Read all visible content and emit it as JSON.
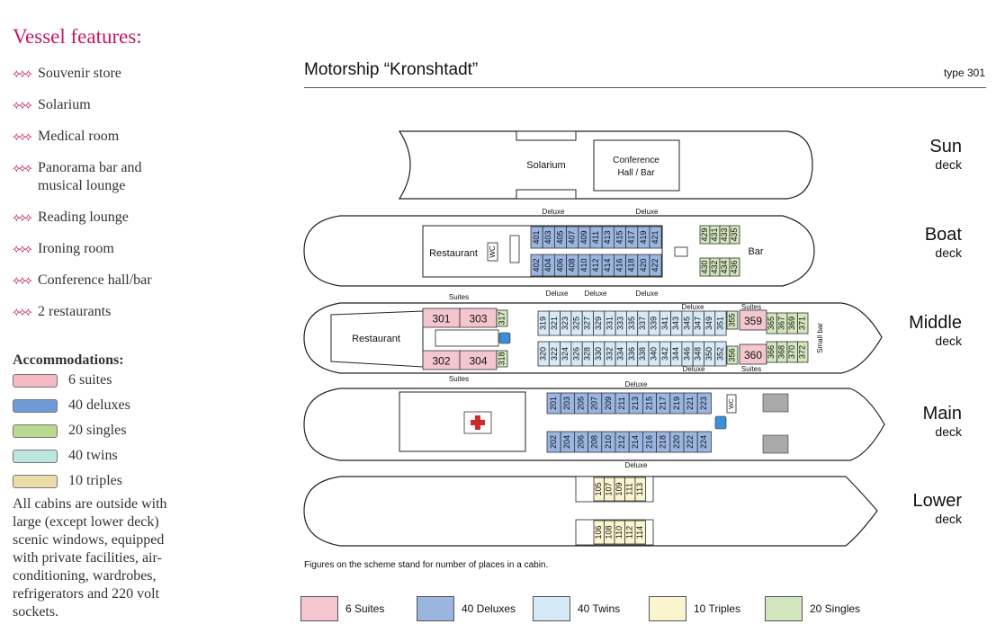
{
  "vessel_features": {
    "title": "Vessel features:",
    "items": [
      "Souvenir store",
      "Solarium",
      "Medical room",
      "Panorama bar and musical lounge",
      "Reading lounge",
      "Ironing room",
      "Conference hall/bar",
      "2 restaurants"
    ]
  },
  "accommodations": {
    "title": "Accommodations:",
    "items": [
      {
        "label": "6 suites",
        "color": "#f4b9c3"
      },
      {
        "label": "40 deluxes",
        "color": "#6f9ad6"
      },
      {
        "label": "20 singles",
        "color": "#b9d98f"
      },
      {
        "label": "40 twins",
        "color": "#bfe5df"
      },
      {
        "label": "10 triples",
        "color": "#ecdcaa"
      }
    ],
    "note": "All cabins are outside with large (except lower deck) scenic windows, equipped with private facilities, air-conditioning, wardrobes, refrigerators and 220 volt sockets."
  },
  "header": {
    "title": "Motorship “Kronshtadt”",
    "type": "type 301"
  },
  "decks": [
    {
      "name": "Sun",
      "sub": "deck"
    },
    {
      "name": "Boat",
      "sub": "deck"
    },
    {
      "name": "Middle",
      "sub": "deck"
    },
    {
      "name": "Main",
      "sub": "deck"
    },
    {
      "name": "Lower",
      "sub": "deck"
    }
  ],
  "labels": {
    "solarium": "Solarium",
    "conf1": "Conference",
    "conf2": "Hall / Bar",
    "restaurant": "Restaurant",
    "bar": "Bar",
    "wc": "WC",
    "deluxe": "Deluxe",
    "suites": "Suites",
    "small_bar": "Small bar"
  },
  "cabins": {
    "boat_top": [
      "401",
      "403",
      "405",
      "407",
      "409",
      "411",
      "413",
      "415",
      "417",
      "419",
      "421"
    ],
    "boat_bottom": [
      "402",
      "404",
      "406",
      "408",
      "410",
      "412",
      "414",
      "416",
      "418",
      "420",
      "422"
    ],
    "boat_singles_top": [
      "429",
      "431",
      "433",
      "435"
    ],
    "boat_singles_bottom": [
      "430",
      "432",
      "434",
      "436"
    ],
    "middle_suites_top": [
      "301",
      "303"
    ],
    "middle_suites_bottom": [
      "302",
      "304"
    ],
    "middle_top": [
      "319",
      "321",
      "323",
      "325",
      "327",
      "329",
      "331",
      "333",
      "335",
      "337",
      "339",
      "341",
      "343",
      "345",
      "347",
      "349",
      "351"
    ],
    "middle_bottom": [
      "320",
      "322",
      "324",
      "326",
      "328",
      "330",
      "332",
      "334",
      "336",
      "338",
      "340",
      "342",
      "344",
      "346",
      "348",
      "350",
      "352"
    ],
    "middle_aft_single_top": "317",
    "middle_aft_single_bottom": "318",
    "middle_fwd_single_top": "355",
    "middle_fwd_single_bottom": "356",
    "middle_suite_fwd_top": "359",
    "middle_suite_fwd_bottom": "360",
    "middle_bow_top": [
      "365",
      "367",
      "369",
      "371"
    ],
    "middle_bow_bottom": [
      "366",
      "368",
      "370",
      "372"
    ],
    "main_top": [
      "201",
      "203",
      "205",
      "207",
      "209",
      "211",
      "213",
      "215",
      "217",
      "219",
      "221",
      "223"
    ],
    "main_bottom": [
      "202",
      "204",
      "206",
      "208",
      "210",
      "212",
      "214",
      "216",
      "218",
      "220",
      "222",
      "224"
    ],
    "lower_top": [
      "105",
      "107",
      "109",
      "111",
      "113"
    ],
    "lower_bottom": [
      "106",
      "108",
      "110",
      "112",
      "114"
    ]
  },
  "legend": {
    "note": "Figures on the scheme stand for number of places in a cabin.",
    "items": [
      {
        "label": "6 Suites",
        "color": "#f4c6cf"
      },
      {
        "label": "40 Deluxes",
        "color": "#9ab6e0"
      },
      {
        "label": "40 Twins",
        "color": "#d5e9f7"
      },
      {
        "label": "10 Triples",
        "color": "#fbf5cf"
      },
      {
        "label": "20 Singles",
        "color": "#d3e6bd"
      }
    ]
  },
  "colors": {
    "suite": "#f4c6cf",
    "deluxe": "#9ab6e0",
    "twin": "#d5e9f7",
    "triple": "#fbf5cf",
    "single": "#d3e6bd",
    "accent": "#c8175d"
  }
}
